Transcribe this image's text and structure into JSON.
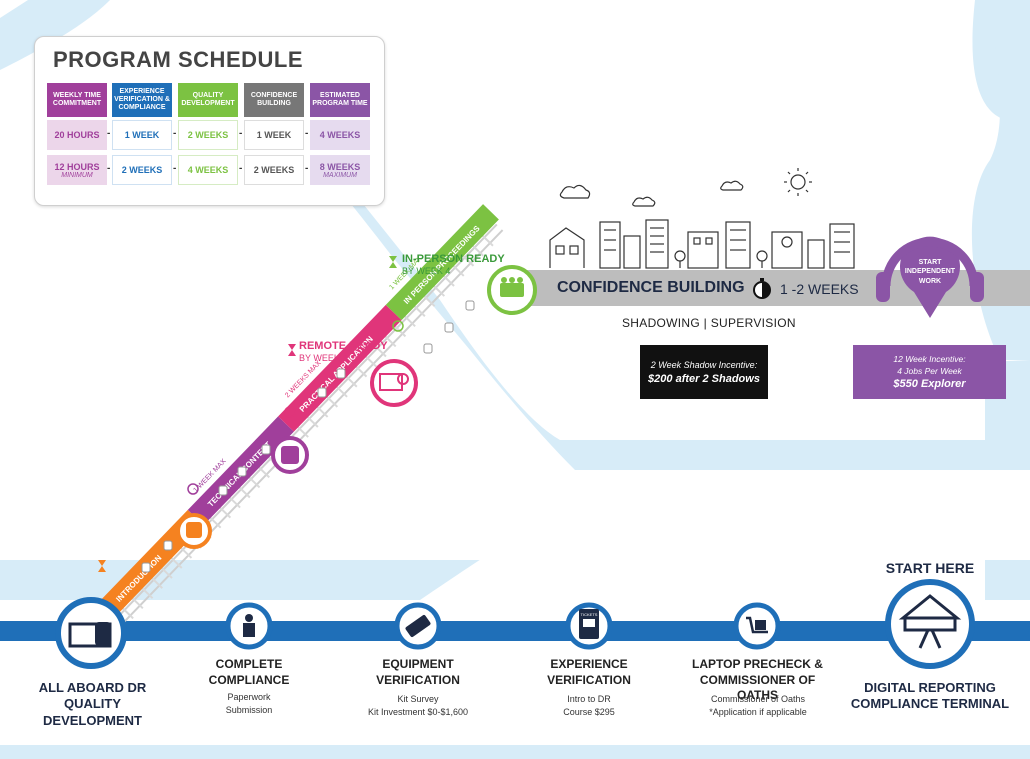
{
  "schedule": {
    "title": "PROGRAM SCHEDULE",
    "headers": [
      "WEEKLY TIME COMMITMENT",
      "EXPERIENCE VERIFICATION & COMPLIANCE",
      "QUALITY DEVELOPMENT",
      "CONFIDENCE BUILDING",
      "ESTIMATED PROGRAM TIME"
    ],
    "header_colors": [
      "#a03f9b",
      "#1f6fb8",
      "#7cc242",
      "#777777",
      "#8b55a6"
    ],
    "row1": [
      "20 HOURS",
      "1 WEEK",
      "2 WEEKS",
      "1 WEEK",
      "4 WEEKS"
    ],
    "row2": [
      "12 HOURS",
      "2 WEEKS",
      "4 WEEKS",
      "2 WEEKS",
      "8 WEEKS"
    ],
    "row2_notes": {
      "first": "MINIMUM",
      "last": "MAXIMUM"
    }
  },
  "track": {
    "segments": [
      {
        "label": "INTRODUCTION",
        "duration": ""
      },
      {
        "label": "TECHNICAL CONTENT",
        "duration": "1 WEEK MAX"
      },
      {
        "label": "PRACTICAL APPLICATION",
        "duration": "2 WEEKS MAX"
      },
      {
        "label": "IN PERSON PROCEEDINGS",
        "duration": "1 WEEK MAX"
      }
    ],
    "colors": [
      "#f58220",
      "#a03f9b",
      "#e0357a",
      "#7cc242"
    ]
  },
  "milestones": {
    "remote": {
      "title": "REMOTE READY",
      "sub": "BY WEEK 3"
    },
    "inperson": {
      "title": "IN-PERSON READY",
      "sub": "BY WEEK 4"
    }
  },
  "confidence": {
    "title": "CONFIDENCE BUILDING",
    "duration": "1 -2 WEEKS",
    "activities": "SHADOWING | SUPERVISION",
    "shadow_incentive": {
      "line1": "2 Week Shadow Incentive:",
      "line2": "$200 after 2 Shadows"
    },
    "week12_incentive": {
      "line1": "12 Week Incentive:",
      "line2": "4 Jobs Per Week",
      "line3": "$550 Explorer"
    }
  },
  "start_work": "START INDEPENDENT WORK",
  "start_here": "START HERE",
  "stops": [
    {
      "title": "ALL ABOARD DR QUALITY DEVELOPMENT"
    },
    {
      "title": "COMPLETE COMPLIANCE",
      "sub": "Paperwork Submission"
    },
    {
      "title": "EQUIPMENT VERIFICATION",
      "sub1": "Kit Survey",
      "sub2": "Kit Investment $0-$1,600"
    },
    {
      "title": "EXPERIENCE VERIFICATION",
      "sub1": "Intro to DR",
      "sub2": "Course $295",
      "icon_text": "TICKETS"
    },
    {
      "title": "LAPTOP PRECHECK & COMMISSIONER OF OATHS",
      "sub1": "Commissioner of Oaths",
      "sub2": "*Application if applicable"
    },
    {
      "title": "DIGITAL REPORTING COMPLIANCE TERMINAL"
    }
  ],
  "colors": {
    "water": "#d7ecf8",
    "rail_blue": "#1f6fb8",
    "navy": "#1e2a44",
    "gray_rail": "#bdbdbd",
    "purple": "#8b55a6",
    "black_box": "#111111"
  }
}
